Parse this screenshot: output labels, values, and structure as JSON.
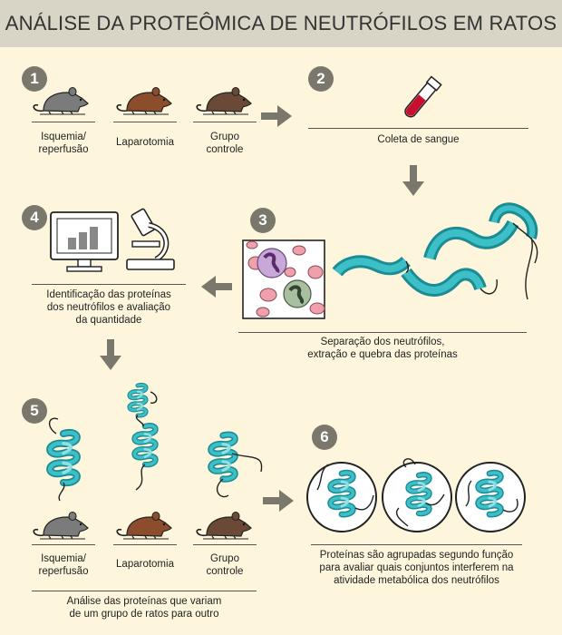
{
  "title": "ANÁLISE DA PROTEÔMICA DE NEUTRÓFILOS EM RATOS",
  "steps": {
    "s1": {
      "number": "1",
      "labels": [
        "Isquemia/\nreperfusão",
        "Laparotomia",
        "Grupo\ncontrole"
      ]
    },
    "s2": {
      "number": "2",
      "caption": "Coleta de sangue"
    },
    "s3": {
      "number": "3",
      "caption": "Separação dos neutrófilos,\nextração e quebra das proteínas"
    },
    "s4": {
      "number": "4",
      "caption": "Identificação das proteínas\ndos neutrófilos e avaliação\nda quantidade"
    },
    "s5": {
      "number": "5",
      "labels": [
        "Isquemia/\nreperfusão",
        "Laparotomia",
        "Grupo\ncontrole"
      ],
      "caption": "Análise das proteínas que variam\nde um grupo de ratos para outro"
    },
    "s6": {
      "number": "6",
      "caption": "Proteínas são agrupadas segundo função\npara avaliar quais conjuntos interferem na\natividade metabólica dos neutrófilos"
    }
  },
  "colors": {
    "header": "#d8d5c6",
    "background": "#fdf6dc",
    "badge": "#7a776c",
    "arrow": "#7a776c",
    "protein": "#2aa5ad",
    "protein_light": "#6fd3d8",
    "rat_gray": "#7b7b7b",
    "rat_brown": "#8b4d2b",
    "rat_dark_brown": "#6a4a36",
    "blood": "#c8102e"
  },
  "icons": [
    "rat-icon",
    "blood-tube-icon",
    "computer-monitor-icon",
    "microscope-icon",
    "protein-helix-icon",
    "neutrophil-cells-icon"
  ]
}
